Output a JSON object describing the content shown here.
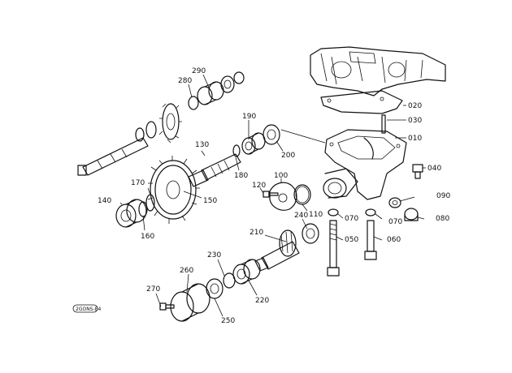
{
  "labels": {
    "p010": "010",
    "p020": "020",
    "p030": "030",
    "p040": "040",
    "p050": "050",
    "p060": "060",
    "p070a": "070",
    "p070b": "070",
    "p080": "080",
    "p090": "090",
    "p100": "100",
    "p110": "110",
    "p120": "120",
    "p130": "130",
    "p140": "140",
    "p150": "150",
    "p160": "160",
    "p170": "170",
    "p180": "180",
    "p190": "190",
    "p200": "200",
    "p210": "210",
    "p220": "220",
    "p230": "230",
    "p240": "240",
    "p250": "250",
    "p260": "260",
    "p270": "270",
    "p280": "280",
    "p290": "290"
  },
  "reference_code": "2GONS-E4"
}
